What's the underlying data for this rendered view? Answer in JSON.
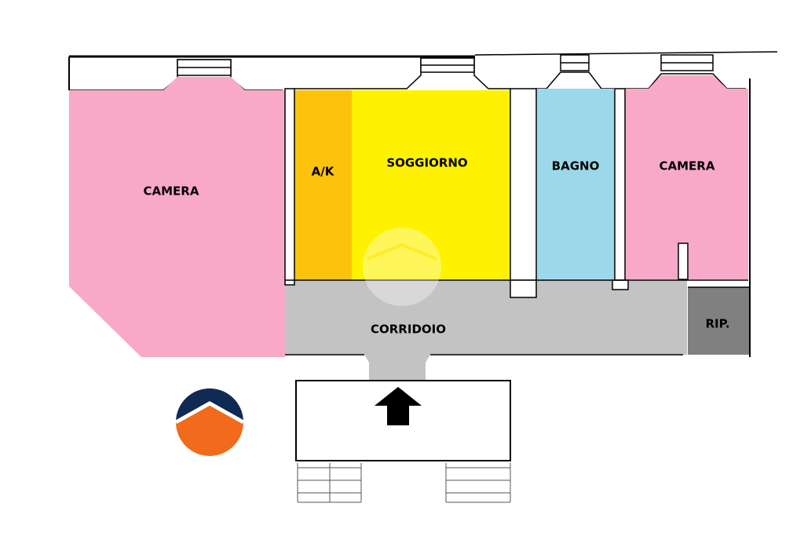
{
  "rooms": [
    {
      "id": "camera-left",
      "label": "CAMERA",
      "color": "#f9a9c8"
    },
    {
      "id": "ak",
      "label": "A/K",
      "color": "#fcc30d"
    },
    {
      "id": "soggiorno",
      "label": "SOGGIORNO",
      "color": "#fff200"
    },
    {
      "id": "bagno",
      "label": "BAGNO",
      "color": "#9bd9ea"
    },
    {
      "id": "camera-right",
      "label": "CAMERA",
      "color": "#f9a9c8"
    },
    {
      "id": "corridoio",
      "label": "CORRIDOIO",
      "color": "#c3c3c3"
    },
    {
      "id": "rip",
      "label": "RIP.",
      "color": "#808080"
    }
  ],
  "colors": {
    "wall": "#000000",
    "logo_top": "#0f2a55",
    "logo_bottom": "#f26a1b"
  },
  "icons": {
    "entrance": "entrance-arrow-icon",
    "logo": "agency-logo-icon",
    "watermark": "watermark-logo-icon"
  }
}
